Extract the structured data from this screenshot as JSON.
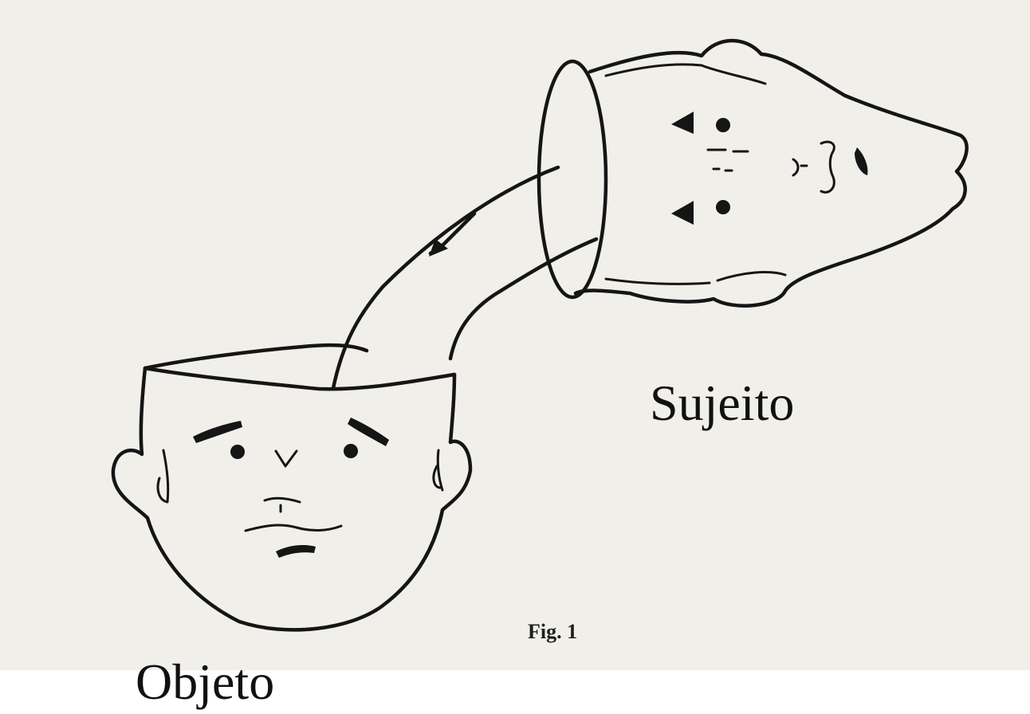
{
  "figure": {
    "caption": "Fig. 1",
    "labels": {
      "subject": "Sujeito",
      "object": "Objeto"
    },
    "icons": [
      "subject-head-illustration",
      "object-head-illustration",
      "transfer-arrow-icon"
    ],
    "colors": {
      "background": "#ffffff",
      "paper": "#f1efea",
      "ink": "#151515"
    }
  }
}
